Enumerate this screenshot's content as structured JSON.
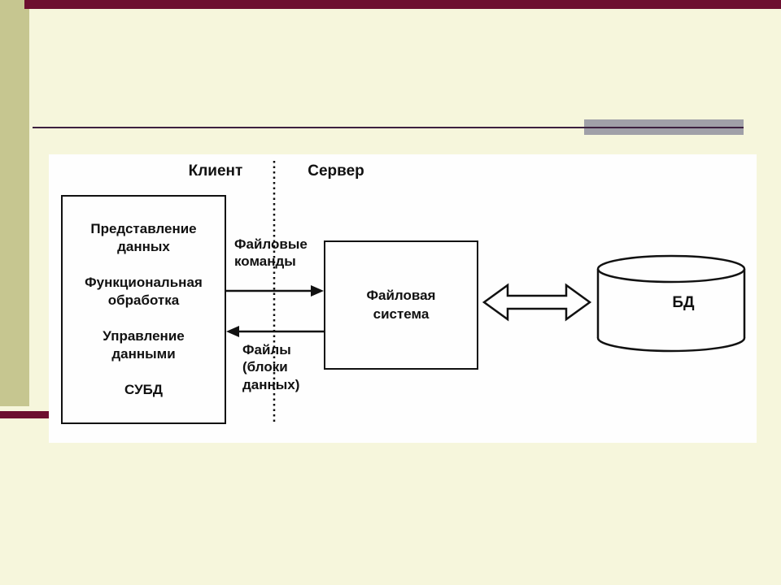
{
  "slide": {
    "background": "#f6f6dc",
    "top_bar_color": "#6d0f2f",
    "side_bar_color": "#c6c690",
    "rule_color": "#3d2140",
    "gray_accent_color": "#a0a0a8",
    "diagram_ink": "#111111",
    "panel_background": "#fefefe"
  },
  "diagram": {
    "client_header": "Клиент",
    "server_header": "Сервер",
    "client_box_items": [
      "Представление\nданных",
      "Функциональная\nобработка",
      "Управление\nданными",
      "СУБД"
    ],
    "file_commands_label": "Файловые\nкоманды",
    "files_label": "Файлы\n(блоки\nданных)",
    "file_system_label": "Файловая\nсистема",
    "db_label": "БД"
  }
}
